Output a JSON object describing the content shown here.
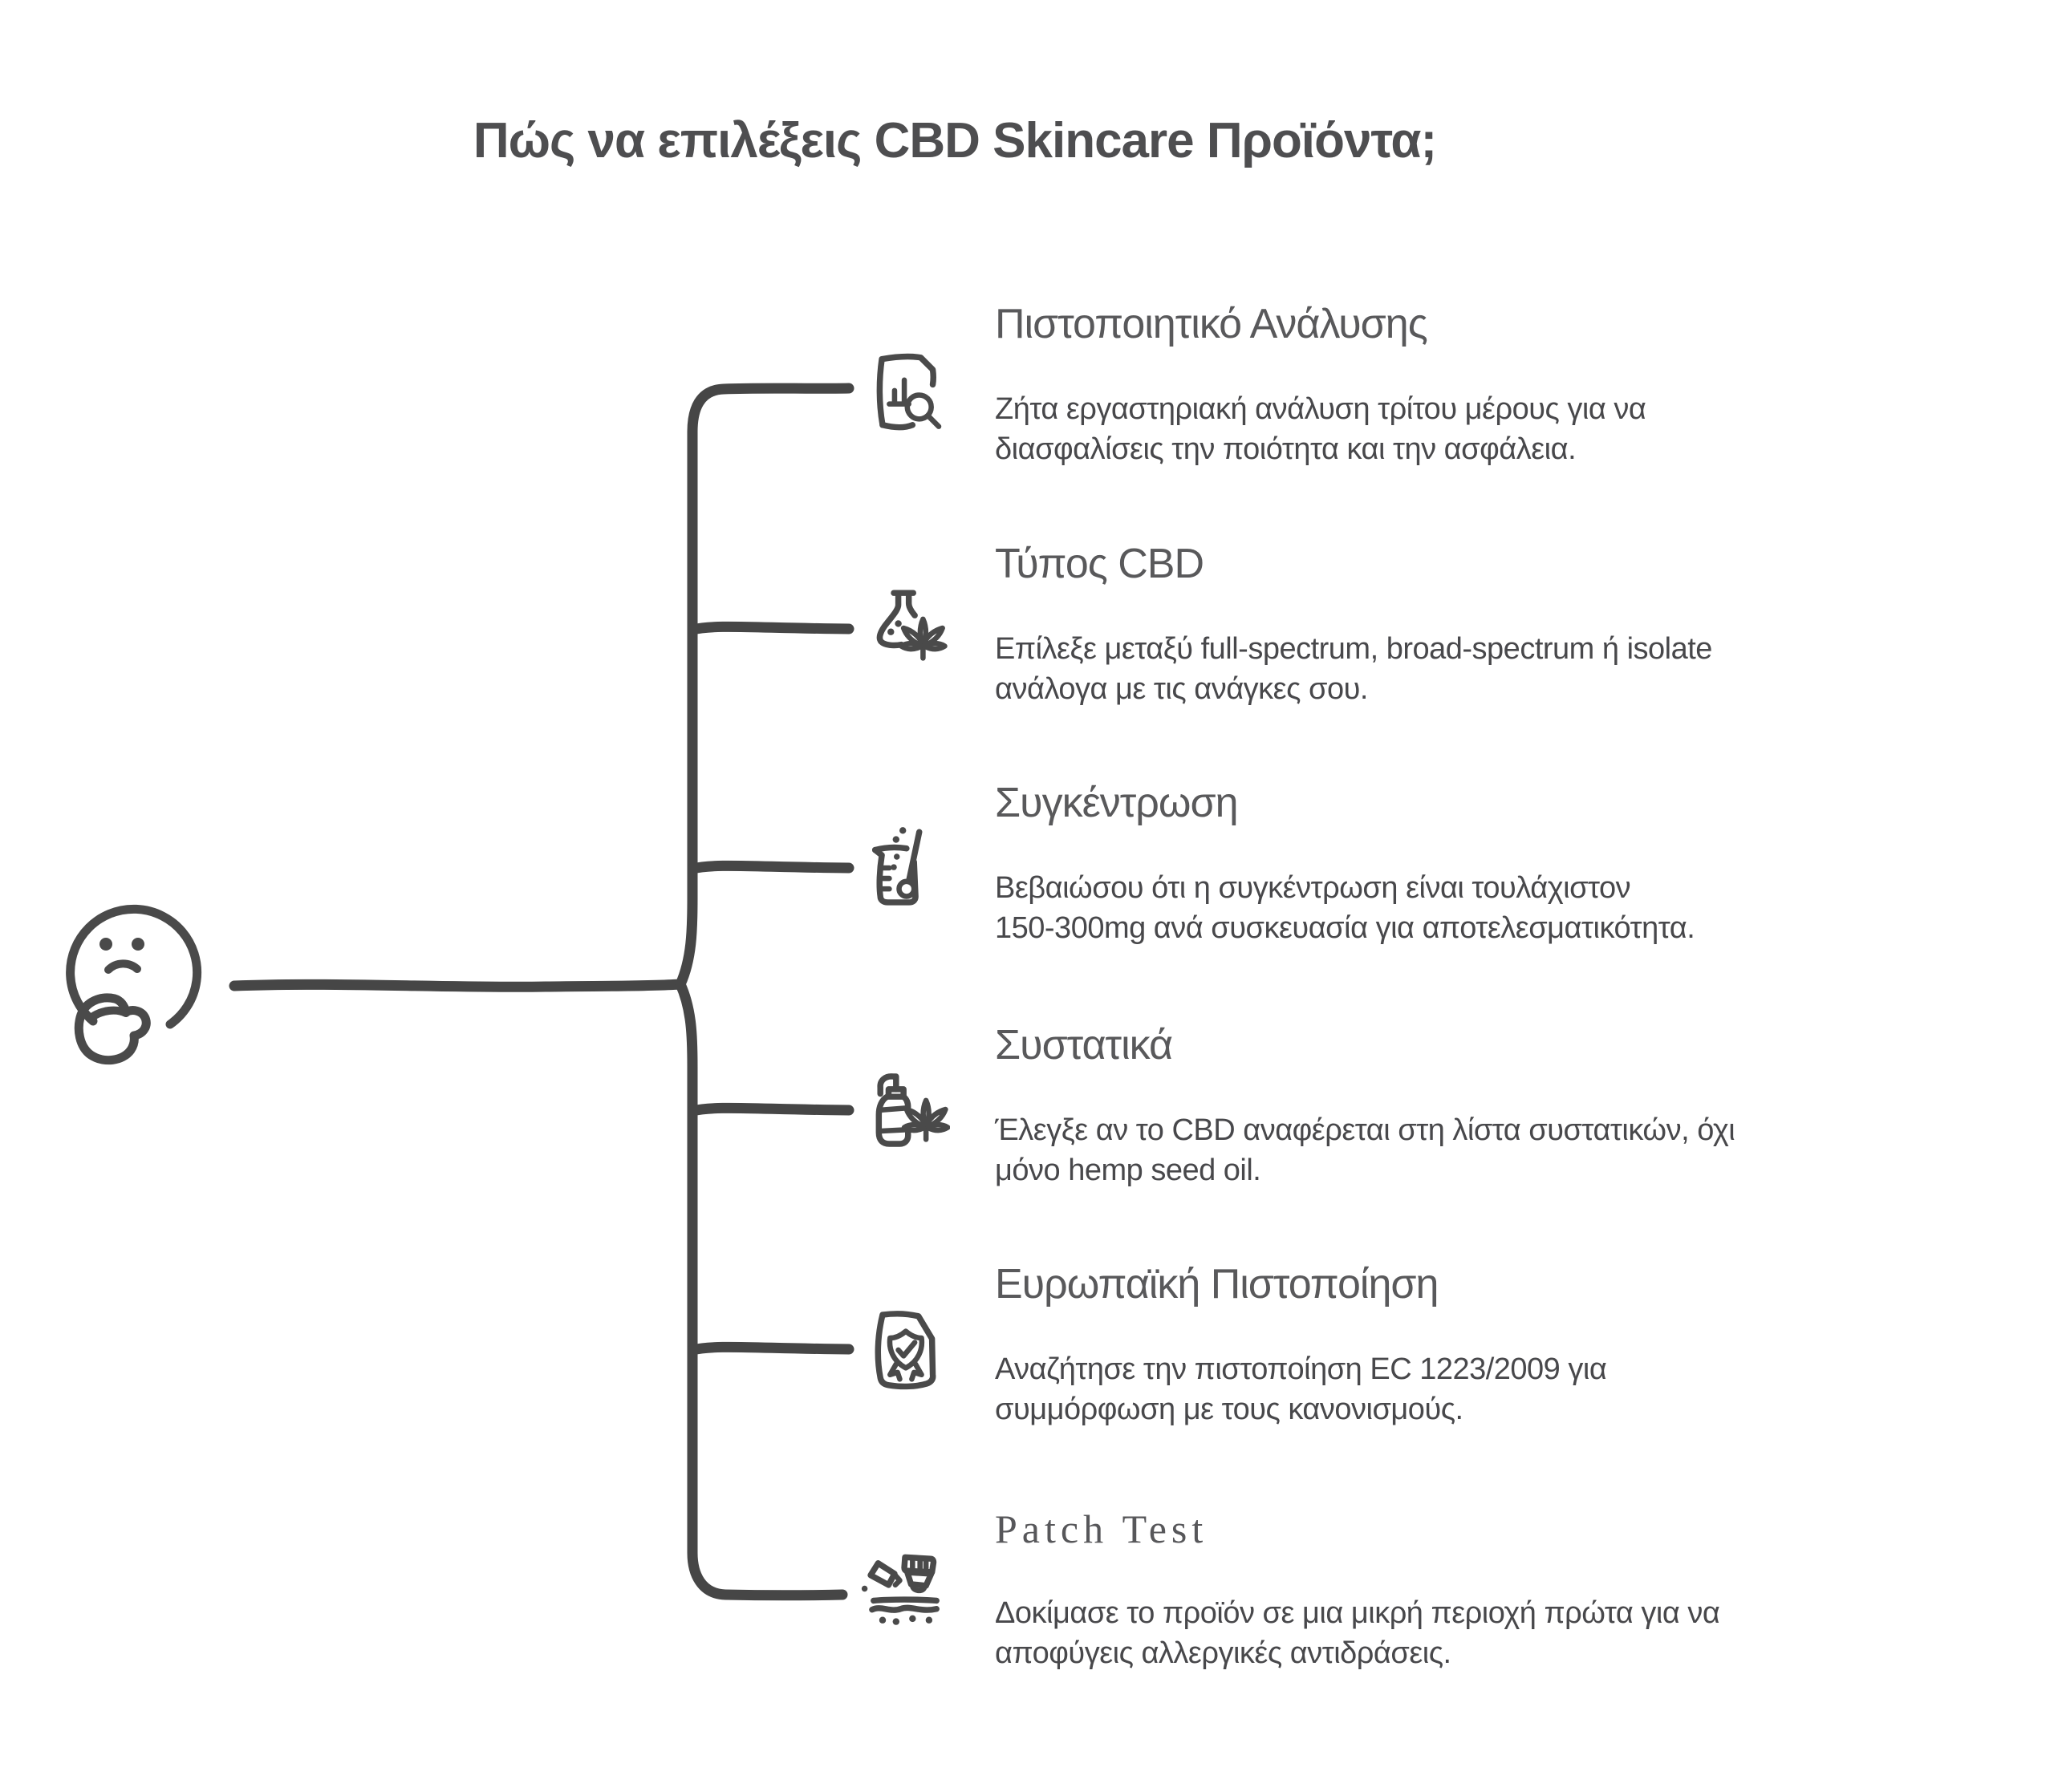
{
  "title": "Πώς να επιλέξεις CBD Skincare Προϊόντα;",
  "root": {
    "icon": "thinking-face-icon"
  },
  "items": [
    {
      "icon": "document-chart-magnifier-icon",
      "heading": "Πιστοποιητικό Ανάλυσης",
      "description_lines": [
        "Ζήτα εργαστηριακή ανάλυση τρίτου μέρους για να",
        "διασφαλίσεις την ποιότητα και την ασφάλεια."
      ]
    },
    {
      "icon": "flask-cannabis-leaf-icon",
      "heading": "Τύπος CBD",
      "description_lines": [
        "Επίλεξε μεταξύ full-spectrum, broad-spectrum ή isolate",
        "ανάλογα με τις ανάγκες σου."
      ]
    },
    {
      "icon": "beaker-stirrer-icon",
      "heading": "Συγκέντρωση",
      "description_lines": [
        "Βεβαιώσου ότι η συγκέντρωση είναι τουλάχιστον",
        "150-300mg ανά συσκευασία για αποτελεσματικότητα."
      ]
    },
    {
      "icon": "lotion-bottle-cannabis-leaf-icon",
      "heading": "Συστατικά",
      "description_lines": [
        "Έλεγξε αν το CBD αναφέρεται στη λίστα συστατικών, όχι",
        "μόνο hemp seed oil."
      ]
    },
    {
      "icon": "certificate-badge-check-icon",
      "heading": "Ευρωπαϊκή Πιστοποίηση",
      "description_lines": [
        "Αναζήτησε την πιστοποίηση EC 1223/2009 για",
        "συμμόρφωση με τους κανονισμούς."
      ]
    },
    {
      "icon": "tube-skin-patch-icon",
      "heading": "Patch Test",
      "description_lines": [
        "Δοκίμασε το προϊόν σε μια μικρή περιοχή πρώτα για να",
        "αποφύγεις αλλεργικές αντιδράσεις."
      ]
    }
  ],
  "colors": {
    "background": "#ffffff",
    "line_ink": "#464646",
    "icon_ink": "#4a4a4a",
    "heading_text": "#59595b",
    "body_text": "#48484b",
    "title_text": "#4e4e50"
  }
}
